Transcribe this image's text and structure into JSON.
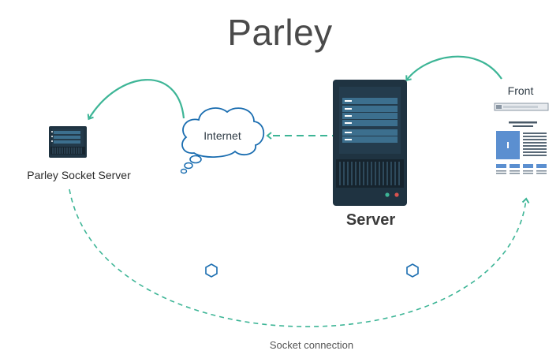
{
  "diagram": {
    "title": "Parley",
    "nodes": {
      "socket_server": {
        "label": "Parley Socket Server"
      },
      "internet": {
        "label": "Internet"
      },
      "server": {
        "label": "Server"
      },
      "front": {
        "label": "Front"
      }
    },
    "edges": {
      "socket_connection": {
        "label": "Socket connection"
      }
    },
    "colors": {
      "accent": "#3db596",
      "server_dark": "#1f3341",
      "server_slot": "#3c6f8e",
      "cloud_stroke": "#1a6db0",
      "front_blue": "#5b8fd0"
    }
  }
}
